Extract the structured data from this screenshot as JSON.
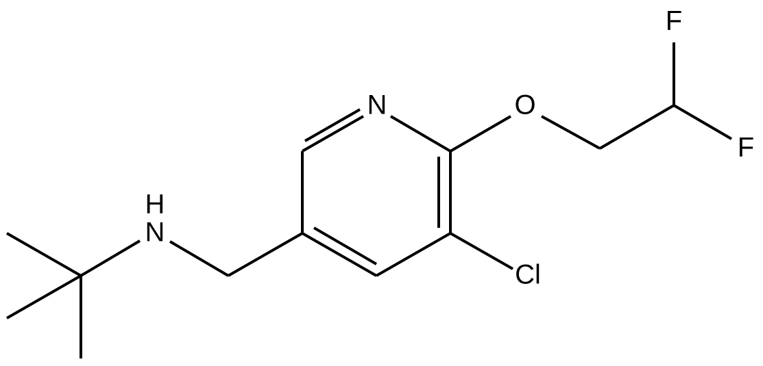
{
  "atoms": {
    "nitrogen_ring": "N",
    "oxygen": "O",
    "fluorine_top": "F",
    "fluorine_right": "F",
    "chlorine": "Cl",
    "amine_h": "H",
    "amine_n": "N"
  },
  "colors": {
    "bond": "#000000",
    "label": "#000000",
    "background": "#ffffff"
  }
}
